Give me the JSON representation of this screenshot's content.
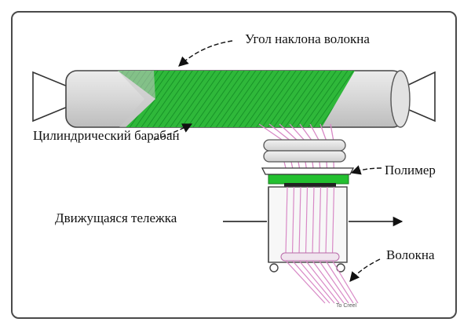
{
  "labels": {
    "fiber_angle": "Угол наклона волокна",
    "drum": "Цилиндрический барабан",
    "polymer": "Полимер",
    "carriage": "Движущаяся тележка",
    "fibers": "Волокна",
    "creel": "To Creel"
  },
  "colors": {
    "winding": "#2fb83a",
    "winding_dark": "#128a23",
    "fiber": "#d889c6",
    "polymer_fill": "#23c030",
    "drum_fill": "#d8d8d8"
  }
}
